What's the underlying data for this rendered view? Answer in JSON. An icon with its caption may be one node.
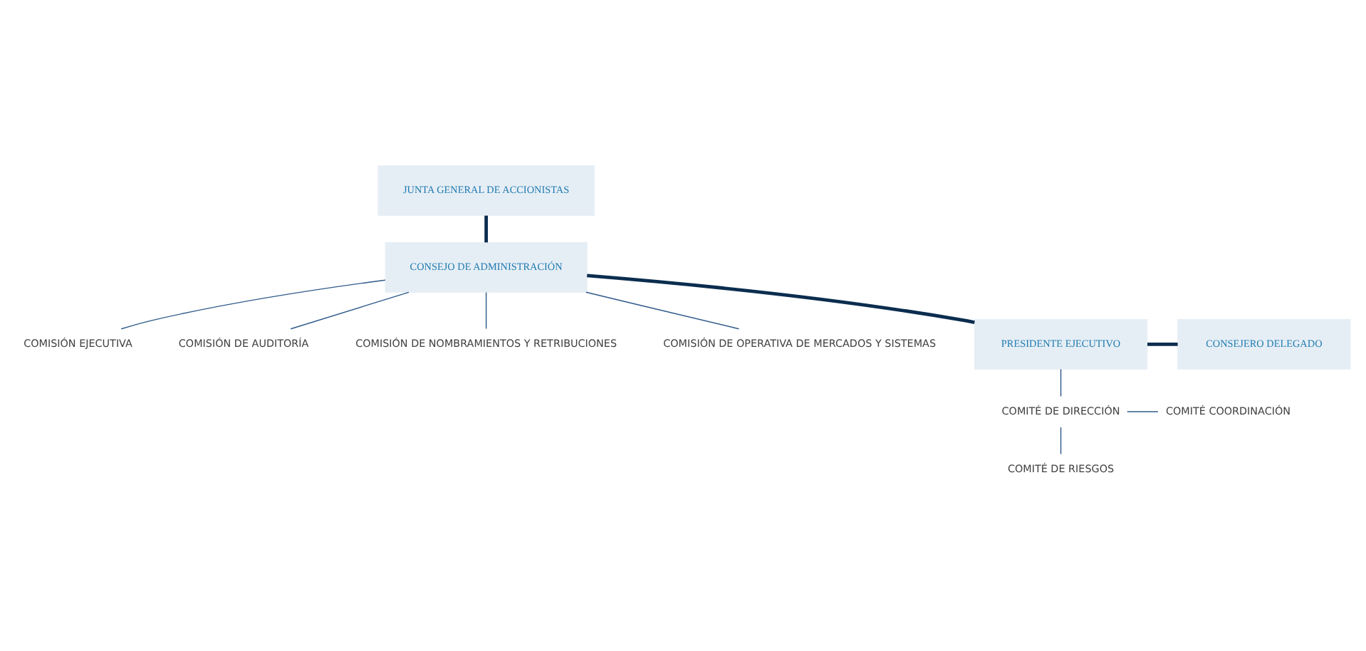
{
  "diagram": {
    "nodes": [
      {
        "text": [
          "JUNTA GENERAL DE ACCIONISTAS"
        ]
      },
      {
        "text": [
          "CONSEJO DE ADMINISTRACIÓN"
        ]
      },
      {
        "text": [
          "COMISIÓN EJECUTIVA"
        ]
      },
      {
        "text": [
          "COMISIÓN DE AUDITORÍA"
        ]
      },
      {
        "text": [
          "COMISIÓN DE NOMBRAMIENTOS Y RETRIBUCIONES"
        ]
      },
      {
        "text": [
          "COMISIÓN DE OPERATIVA DE MERCADOS Y SISTEMAS"
        ]
      },
      {
        "text": [
          "PRESIDENTE EJECUTIVO"
        ]
      },
      {
        "text": [
          "CONSEJERO DELEGADO"
        ]
      },
      {
        "text": [
          "COMITÉ DE DIRECCIÓN"
        ]
      },
      {
        "text": [
          "COMITÉ COORDINACIÓN"
        ]
      },
      {
        "text": [
          "COMITÉ DE RIESGOS"
        ]
      }
    ],
    "edges": [
      {
        "from": 0,
        "to": 1,
        "arrow": "none",
        "style": "thick",
        "color": "#0b2d4f"
      },
      {
        "from": 1,
        "to": 2,
        "arrow": "none"
      },
      {
        "from": 1,
        "to": 3,
        "arrow": "none"
      },
      {
        "from": 1,
        "to": 4,
        "arrow": "none"
      },
      {
        "from": 1,
        "to": 5,
        "arrow": "none"
      },
      {
        "from": 1,
        "to": 6,
        "arrow": "none",
        "style": "thick",
        "color": "#0b2d4f"
      },
      {
        "from": 6,
        "to": 7,
        "arrow": "none",
        "style": "thick",
        "color": "#0b2d4f"
      },
      {
        "from": 6,
        "to": 8,
        "arrow": "none"
      },
      {
        "from": 8,
        "to": 9,
        "arrow": "none"
      },
      {
        "from": 8,
        "to": 10,
        "arrow": "none"
      }
    ]
  }
}
